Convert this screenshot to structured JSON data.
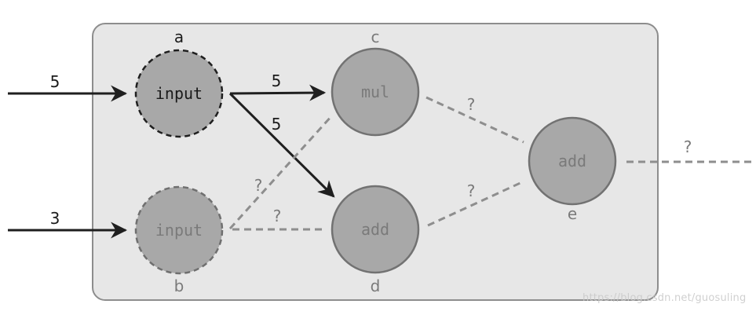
{
  "colors": {
    "panel_fill": "#e7e7e7",
    "panel_stroke": "#8d8d8d",
    "node_fill": "#a8a8a8",
    "node_stroke": "#727272",
    "edge_active": "#1f1f1f",
    "edge_inactive": "#8e8e8e",
    "text_active": "#1a1a1a",
    "text_inactive": "#7a7a7a"
  },
  "inputs": {
    "a_value": "5",
    "b_value": "3"
  },
  "nodes": {
    "a": {
      "id": "a",
      "op": "input"
    },
    "b": {
      "id": "b",
      "op": "input"
    },
    "c": {
      "id": "c",
      "op": "mul"
    },
    "d": {
      "id": "d",
      "op": "add"
    },
    "e": {
      "id": "e",
      "op": "add"
    }
  },
  "edges": {
    "a_to_c": "5",
    "a_to_d": "5",
    "b_to_c": "?",
    "b_to_d": "?",
    "c_to_e": "?",
    "d_to_e": "?",
    "e_out": "?"
  },
  "watermark": "https://blog.csdn.net/guosuling"
}
